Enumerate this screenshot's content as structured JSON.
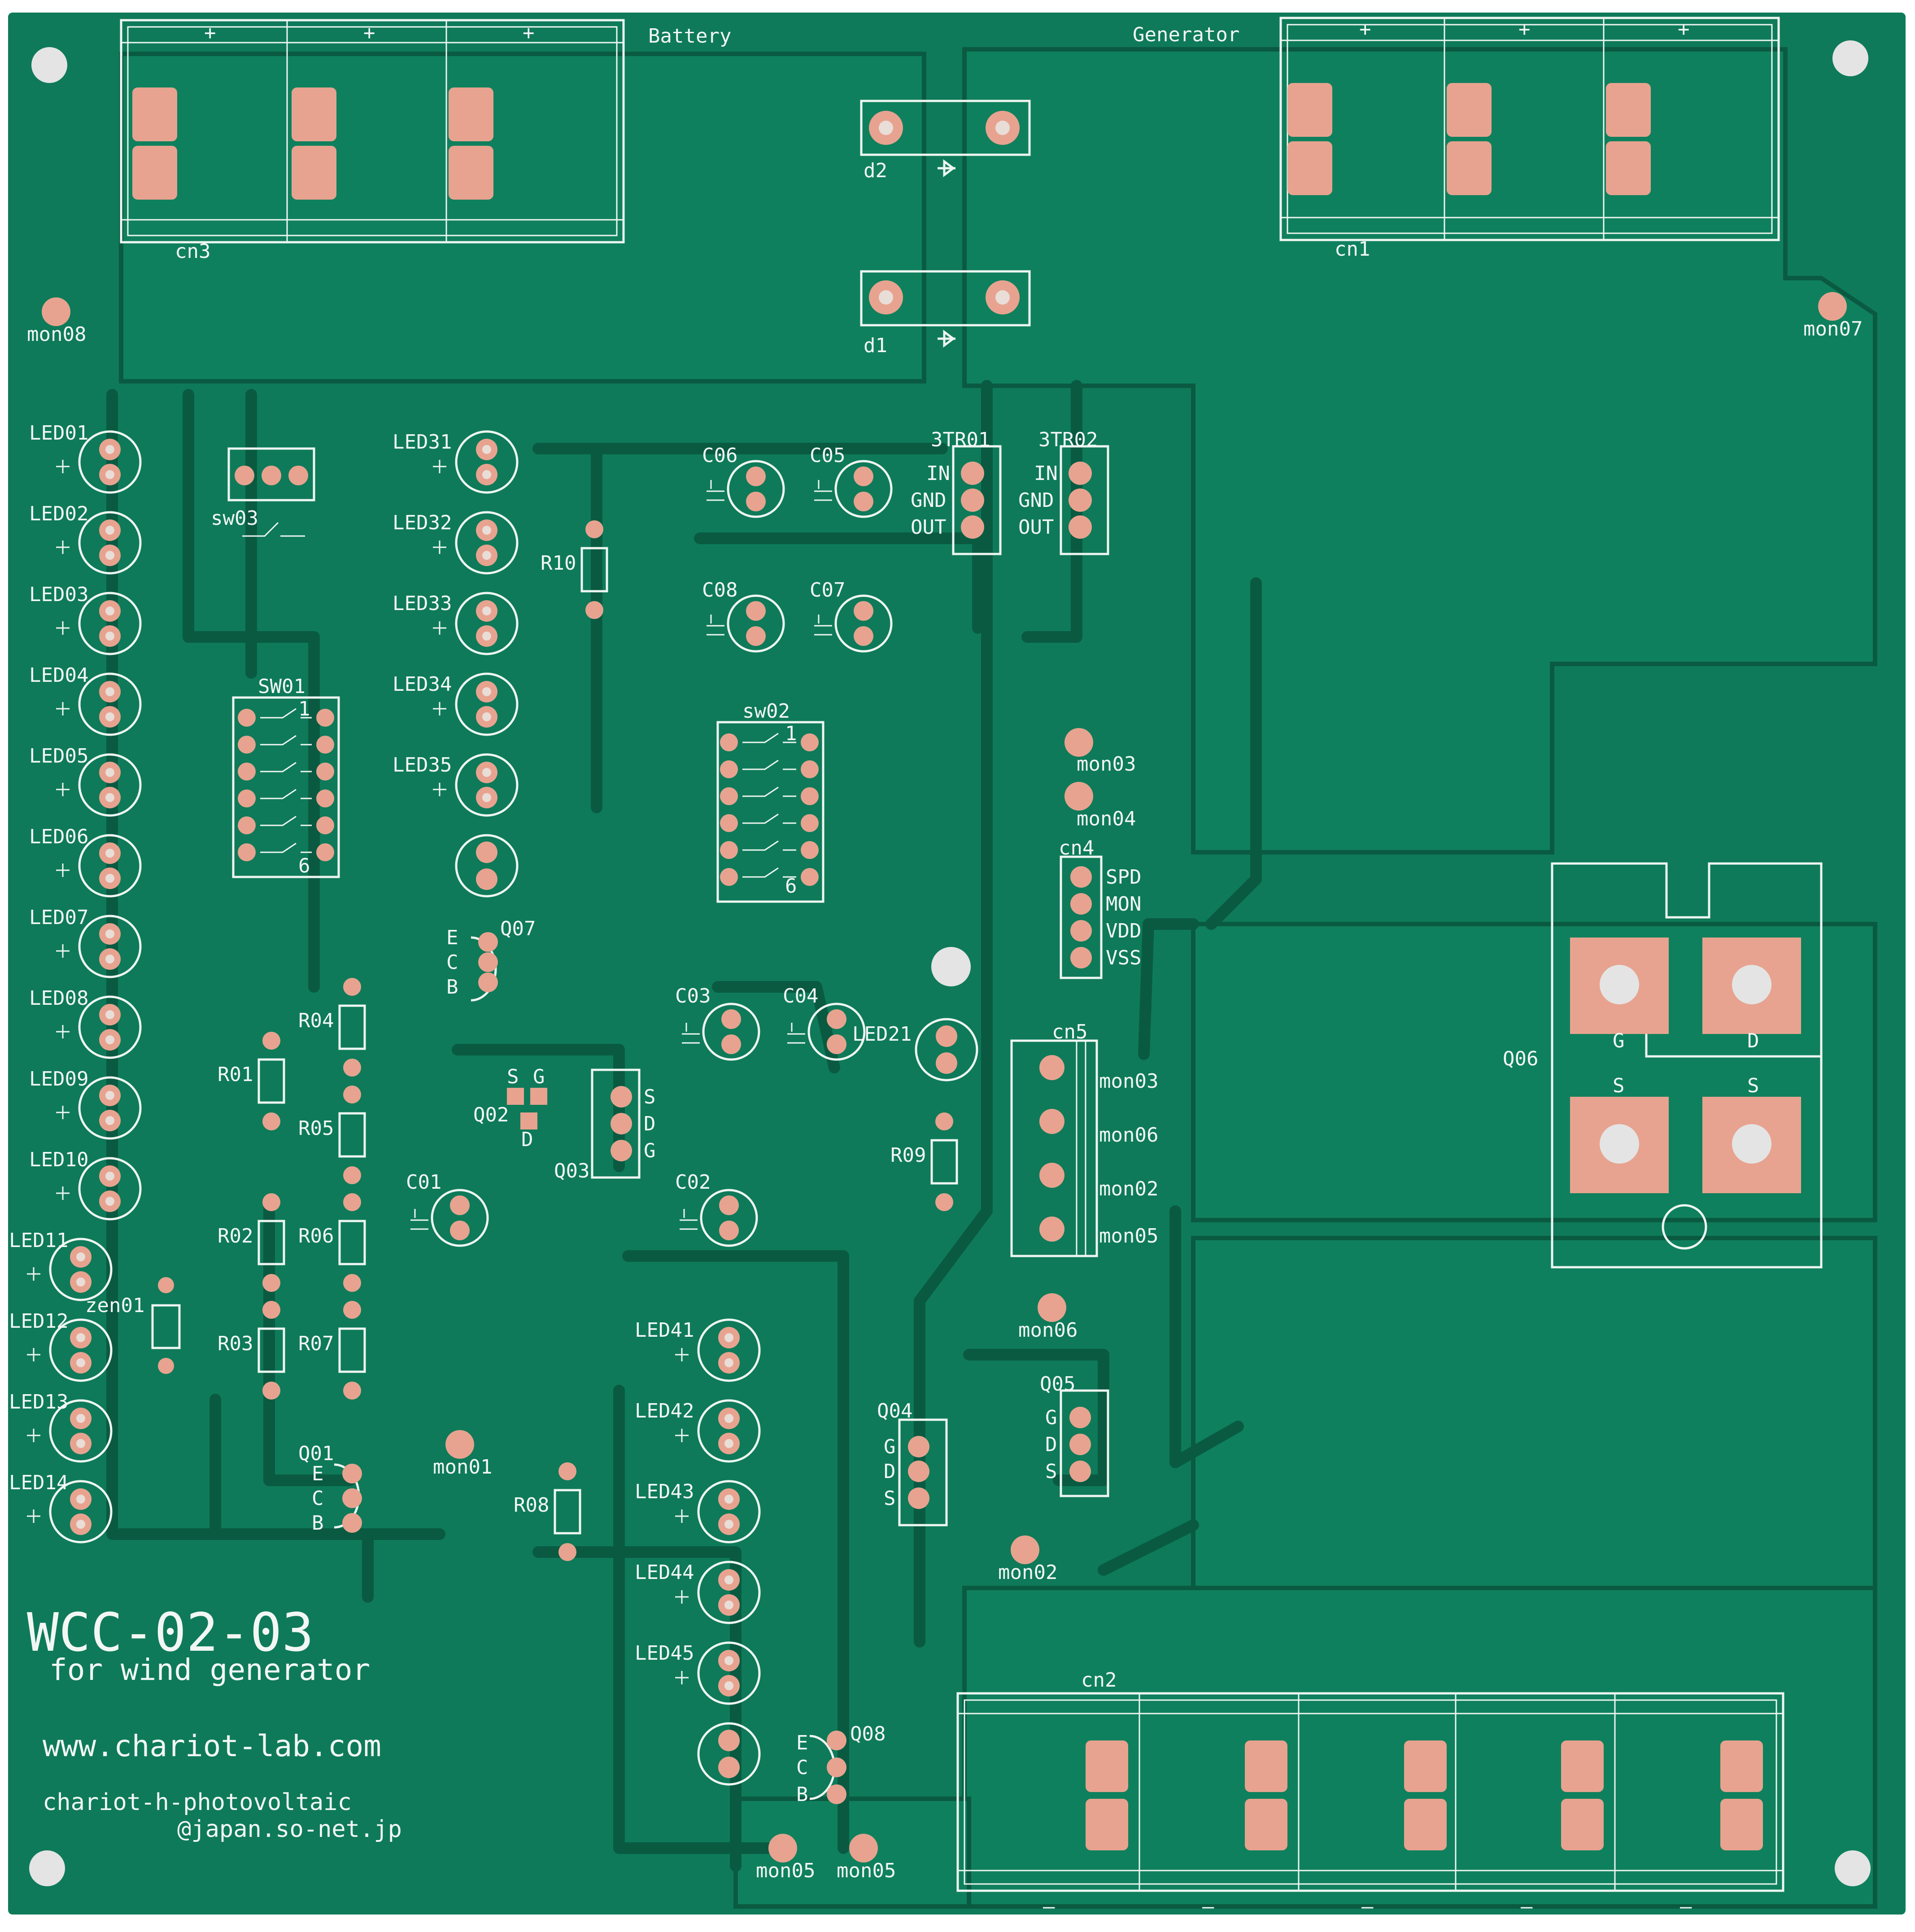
{
  "board": {
    "title": "WCC-02-03",
    "subtitle": "for wind generator",
    "website": "www.chariot-lab.com",
    "email_line1": "chariot-h-photovoltaic",
    "email_line2": "@japan.so-net.jp"
  },
  "colors": {
    "solder_mask": "#0e7a59",
    "trace": "#0a5a42",
    "pad": "#e7a38f",
    "silkscreen": "#eef6f1"
  },
  "labels": {
    "battery": "Battery",
    "generator": "Generator",
    "plus": "+",
    "minus": "–",
    "cn1": "cn1",
    "cn2": "cn2",
    "cn3": "cn3",
    "cn4": "cn4",
    "cn5": "cn5",
    "d1": "d1",
    "d2": "d2",
    "sw01": "SW01",
    "sw02": "sw02",
    "sw03": "sw03",
    "sw_first": "1",
    "sw_last": "6",
    "tr1": "3TR01",
    "tr2": "3TR02",
    "in": "IN",
    "gnd": "GND",
    "out": "OUT",
    "c01": "C01",
    "c02": "C02",
    "c03": "C03",
    "c04": "C04",
    "c05": "C05",
    "c06": "C06",
    "c07": "C07",
    "c08": "C08",
    "r01": "R01",
    "r02": "R02",
    "r03": "R03",
    "r04": "R04",
    "r05": "R05",
    "r06": "R06",
    "r07": "R07",
    "r08": "R08",
    "r09": "R09",
    "r10": "R10",
    "q01": "Q01",
    "q02": "Q02",
    "q03": "Q03",
    "q04": "Q04",
    "q05": "Q05",
    "q06": "Q06",
    "q07": "Q07",
    "q08": "Q08",
    "zen01": "zen01",
    "led21": "LED21",
    "e": "E",
    "c": "C",
    "b": "B",
    "g": "G",
    "d": "D",
    "s": "S",
    "spd": "SPD",
    "mon": "MON",
    "vdd": "VDD",
    "vss": "VSS",
    "mon01": "mon01",
    "mon02": "mon02",
    "mon03": "mon03",
    "mon04": "mon04",
    "mon05": "mon05",
    "mon06": "mon06",
    "mon07": "mon07",
    "mon08": "mon08"
  },
  "leds_left": [
    "LED01",
    "LED02",
    "LED03",
    "LED04",
    "LED05",
    "LED06",
    "LED07",
    "LED08",
    "LED09",
    "LED10",
    "LED11",
    "LED12",
    "LED13",
    "LED14"
  ],
  "leds_mid": [
    "LED31",
    "LED32",
    "LED33",
    "LED34",
    "LED35"
  ],
  "leds_low": [
    "LED41",
    "LED42",
    "LED43",
    "LED44",
    "LED45"
  ]
}
